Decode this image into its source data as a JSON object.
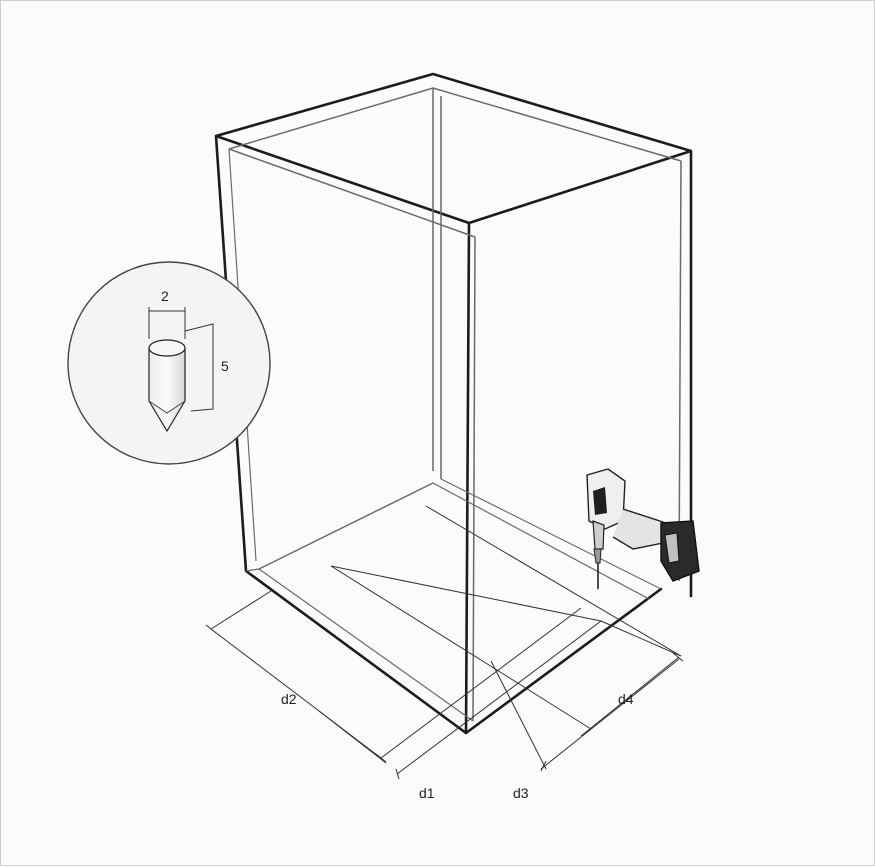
{
  "detail": {
    "width_label": "2",
    "depth_label": "5"
  },
  "dimensions": {
    "d1": "d1",
    "d2": "d2",
    "d3": "d3",
    "d4": "d4"
  },
  "icons": {
    "drill": "power-drill-icon",
    "drill_bit": "drill-bit-icon"
  },
  "colors": {
    "line": "#1c1c1c",
    "background": "#fbfbfb",
    "frame": "#cfcfcf"
  }
}
